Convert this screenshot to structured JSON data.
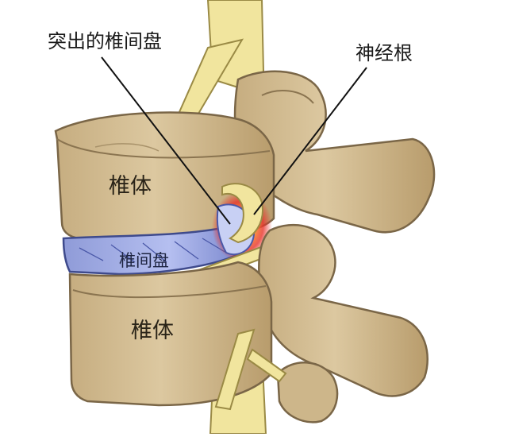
{
  "labels": {
    "herniated_disc": "突出的椎间盘",
    "nerve_root": "神经根",
    "vertebra_upper": "椎体",
    "disc": "椎间盘",
    "vertebra_lower": "椎体"
  },
  "colors": {
    "bone": "#d8c49a",
    "bone_shadow": "#b89c6c",
    "bone_outline": "#7a6647",
    "disc": "#a9b4e6",
    "disc_dark": "#5e6bb8",
    "nerve": "#f1e59e",
    "nerve_outline": "#9a8a45",
    "inflammation": "#e8322a",
    "leader": "#111111"
  }
}
